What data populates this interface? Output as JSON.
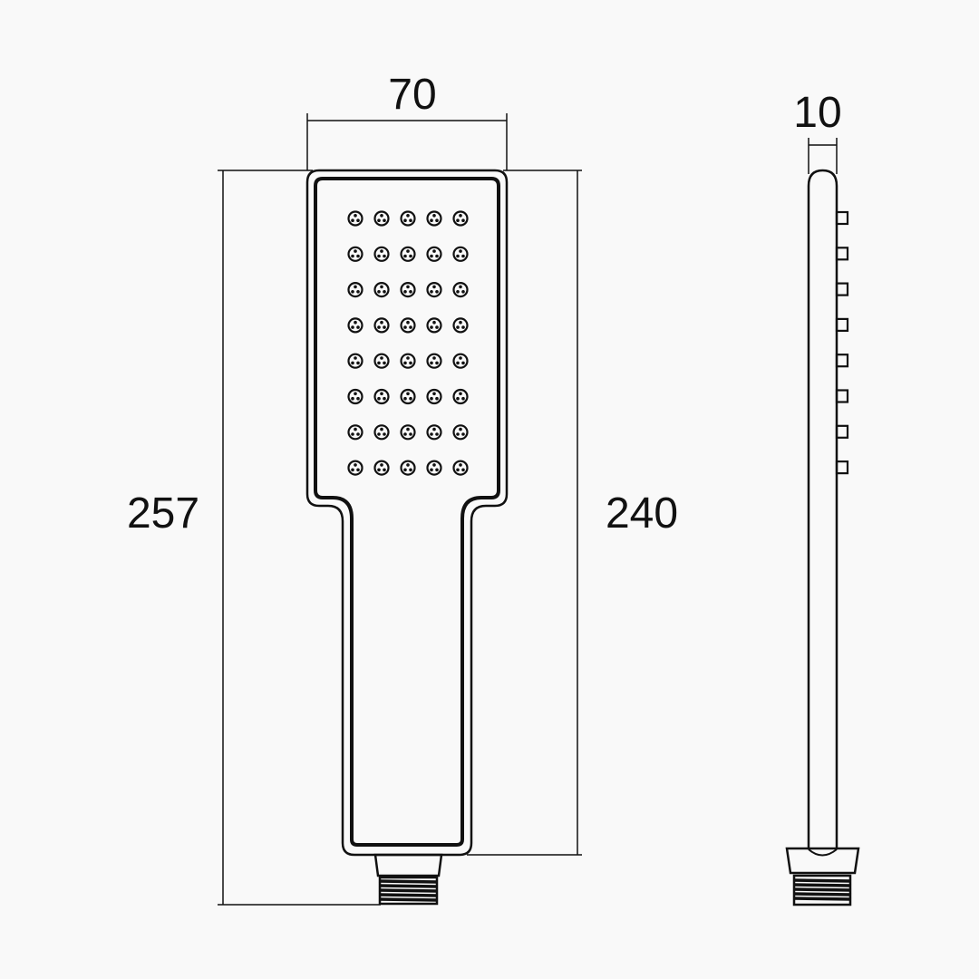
{
  "dimensions": {
    "width": "70",
    "total_length": "257",
    "body_length": "240",
    "thickness": "10"
  },
  "nozzle_grid": {
    "rows": 8,
    "columns": 5
  },
  "side_nozzle_count": 8,
  "colors": {
    "background": "#f9f9f9",
    "line": "#111111"
  }
}
